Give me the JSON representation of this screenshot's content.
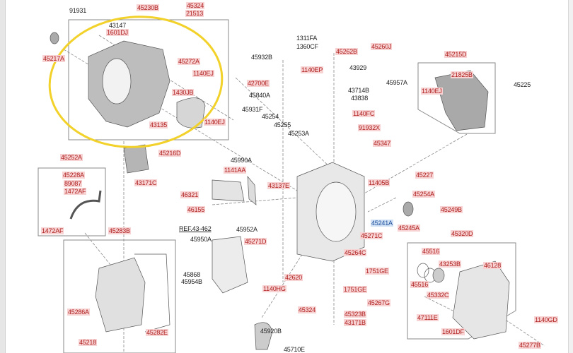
{
  "diagram": {
    "callout_highlight_color": "#f2d22a",
    "labels": [
      {
        "text": "91931",
        "kind": "black"
      },
      {
        "text": "45230B",
        "kind": "red"
      },
      {
        "text": "45324",
        "kind": "red"
      },
      {
        "text": "21513",
        "kind": "red"
      },
      {
        "text": "43147",
        "kind": "black"
      },
      {
        "text": "1601DJ",
        "kind": "red"
      },
      {
        "text": "45217A",
        "kind": "red"
      },
      {
        "text": "45272A",
        "kind": "red"
      },
      {
        "text": "1140EJ",
        "kind": "red"
      },
      {
        "text": "1430JB",
        "kind": "red"
      },
      {
        "text": "43135",
        "kind": "red"
      },
      {
        "text": "1140EJ",
        "kind": "red"
      },
      {
        "text": "45216D",
        "kind": "red"
      },
      {
        "text": "1311FA",
        "kind": "black"
      },
      {
        "text": "1360CF",
        "kind": "black"
      },
      {
        "text": "45262B",
        "kind": "red"
      },
      {
        "text": "45260J",
        "kind": "red"
      },
      {
        "text": "45932B",
        "kind": "black"
      },
      {
        "text": "1140EP",
        "kind": "red"
      },
      {
        "text": "42700E",
        "kind": "red"
      },
      {
        "text": "45840A",
        "kind": "black"
      },
      {
        "text": "43929",
        "kind": "black"
      },
      {
        "text": "45957A",
        "kind": "black"
      },
      {
        "text": "43714B",
        "kind": "black"
      },
      {
        "text": "43838",
        "kind": "black"
      },
      {
        "text": "45215D",
        "kind": "red"
      },
      {
        "text": "21825B",
        "kind": "red"
      },
      {
        "text": "1140EJ",
        "kind": "red"
      },
      {
        "text": "45225",
        "kind": "black"
      },
      {
        "text": "45931F",
        "kind": "black"
      },
      {
        "text": "45254",
        "kind": "black"
      },
      {
        "text": "45255",
        "kind": "black"
      },
      {
        "text": "45253A",
        "kind": "black"
      },
      {
        "text": "1140FC",
        "kind": "red"
      },
      {
        "text": "91932X",
        "kind": "red"
      },
      {
        "text": "45347",
        "kind": "red"
      },
      {
        "text": "45990A",
        "kind": "black"
      },
      {
        "text": "1141AA",
        "kind": "red"
      },
      {
        "text": "43137E",
        "kind": "red"
      },
      {
        "text": "46321",
        "kind": "red"
      },
      {
        "text": "46155",
        "kind": "red"
      },
      {
        "text": "45952A",
        "kind": "black"
      },
      {
        "text": "REF.43-462",
        "kind": "ref"
      },
      {
        "text": "45950A",
        "kind": "black"
      },
      {
        "text": "45271D",
        "kind": "red"
      },
      {
        "text": "45868",
        "kind": "black"
      },
      {
        "text": "45954B",
        "kind": "black"
      },
      {
        "text": "1140HG",
        "kind": "red"
      },
      {
        "text": "42620",
        "kind": "red"
      },
      {
        "text": "45227",
        "kind": "red"
      },
      {
        "text": "11405B",
        "kind": "red"
      },
      {
        "text": "45254A",
        "kind": "red"
      },
      {
        "text": "45249B",
        "kind": "red"
      },
      {
        "text": "45241A",
        "kind": "blue"
      },
      {
        "text": "45245A",
        "kind": "red"
      },
      {
        "text": "45271C",
        "kind": "red"
      },
      {
        "text": "45264C",
        "kind": "red"
      },
      {
        "text": "1751GE",
        "kind": "red"
      },
      {
        "text": "1751GE",
        "kind": "red"
      },
      {
        "text": "45267G",
        "kind": "red"
      },
      {
        "text": "45324",
        "kind": "red"
      },
      {
        "text": "45323B",
        "kind": "red"
      },
      {
        "text": "43171B",
        "kind": "red"
      },
      {
        "text": "45920B",
        "kind": "black"
      },
      {
        "text": "45710E",
        "kind": "black"
      },
      {
        "text": "45320D",
        "kind": "red"
      },
      {
        "text": "45516",
        "kind": "red"
      },
      {
        "text": "43253B",
        "kind": "red"
      },
      {
        "text": "46128",
        "kind": "red"
      },
      {
        "text": "45516",
        "kind": "red"
      },
      {
        "text": "45332C",
        "kind": "red"
      },
      {
        "text": "47111E",
        "kind": "red"
      },
      {
        "text": "1601DF",
        "kind": "red"
      },
      {
        "text": "1140GD",
        "kind": "red"
      },
      {
        "text": "45277B",
        "kind": "red"
      },
      {
        "text": "45252A",
        "kind": "red"
      },
      {
        "text": "45228A",
        "kind": "red"
      },
      {
        "text": "89087",
        "kind": "red"
      },
      {
        "text": "1472AF",
        "kind": "red"
      },
      {
        "text": "1472AF",
        "kind": "red"
      },
      {
        "text": "43171C",
        "kind": "red"
      },
      {
        "text": "45283B",
        "kind": "red"
      },
      {
        "text": "45286A",
        "kind": "red"
      },
      {
        "text": "45218",
        "kind": "red"
      },
      {
        "text": "45282E",
        "kind": "red"
      }
    ]
  }
}
